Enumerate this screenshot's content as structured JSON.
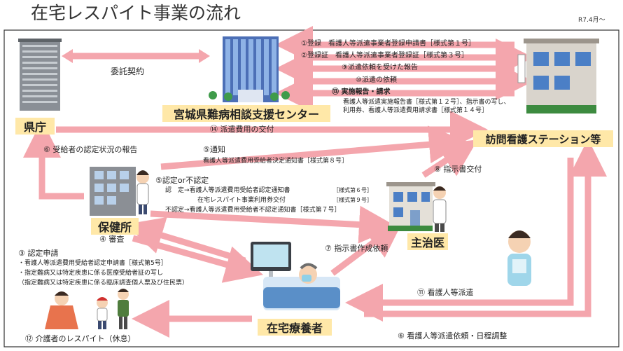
{
  "title": "在宅レスパイト事業の流れ",
  "date_note": "R7.4月～",
  "nodes": {
    "prefecture": "県庁",
    "center": "宮城県難病相談支援センター",
    "station": "訪問看護ステーション等",
    "health_center": "保健所",
    "doctor": "主治医",
    "patient": "在宅療養者"
  },
  "labels": {
    "contract": "委託契約",
    "step1": "①登録　看護人等派遣事業者登録申請書［様式第１号］",
    "step2": "②登録証　看護人等派遣事業者登録証［様式第３号］",
    "step9": "⑨派遣依頼を受けた報告",
    "step10": "⑩派遣の依頼",
    "step13": "⑬ 実施報告・請求",
    "step13_line1": "看護人等派遣実施報告書［様式第１２号］、指示書の写し、",
    "step13_line2": "利用券、看護人等派遣費用請求書［様式第１４号］",
    "step14": "⑭ 派遣費用の交付",
    "step6_report": "⑥ 受給者の認定状況の報告",
    "step5_notice": "⑤通知",
    "step5_notice_doc": "看護人等派遣費用受給者決定通知書［様式第８号］",
    "step8": "⑧ 指示書交付",
    "step5_decision": "⑤認定or不認定",
    "decision_line1": "認　定→看護人等派遣費用受給者認定通知書",
    "decision_line1_form": "［様式第６号］",
    "decision_line2": "在宅レスパイト事業利用券交付",
    "decision_line2_form": "［様式第９号］",
    "decision_line3": "不認定→看護人等派遣費用受給者不認定通知書［様式第７号］",
    "step4": "④ 審査",
    "step3": "③ 認定申請",
    "step3_line1": "・看護人等派遣費用受給者認定申請書［様式第5号］",
    "step3_line2": "・指定難病又は特定疾患に係る医療受給者証の写し",
    "step3_line3": "（指定難病又は特定疾患に係る臨床調査個人票及び住民票）",
    "step7": "⑦ 指示書作成依頼",
    "step11": "⑪ 看護人等派遣",
    "step6_request": "⑥ 看護人等派遣依頼・日程調整",
    "step12": "⑫ 介護者のレスパイト（休息）"
  },
  "colors": {
    "arrow": "#f4a6ad",
    "label_fill": "#ffe8a8",
    "frame": "#333333",
    "text": "#222222"
  },
  "icons": [
    "prefecture-building-icon",
    "center-building-icon",
    "station-building-icon",
    "health-center-building-icon",
    "health-worker-icon",
    "clinic-icon",
    "doctor-icon",
    "patient-bed-icon",
    "nurse-icon",
    "caregiver-family-icon"
  ]
}
